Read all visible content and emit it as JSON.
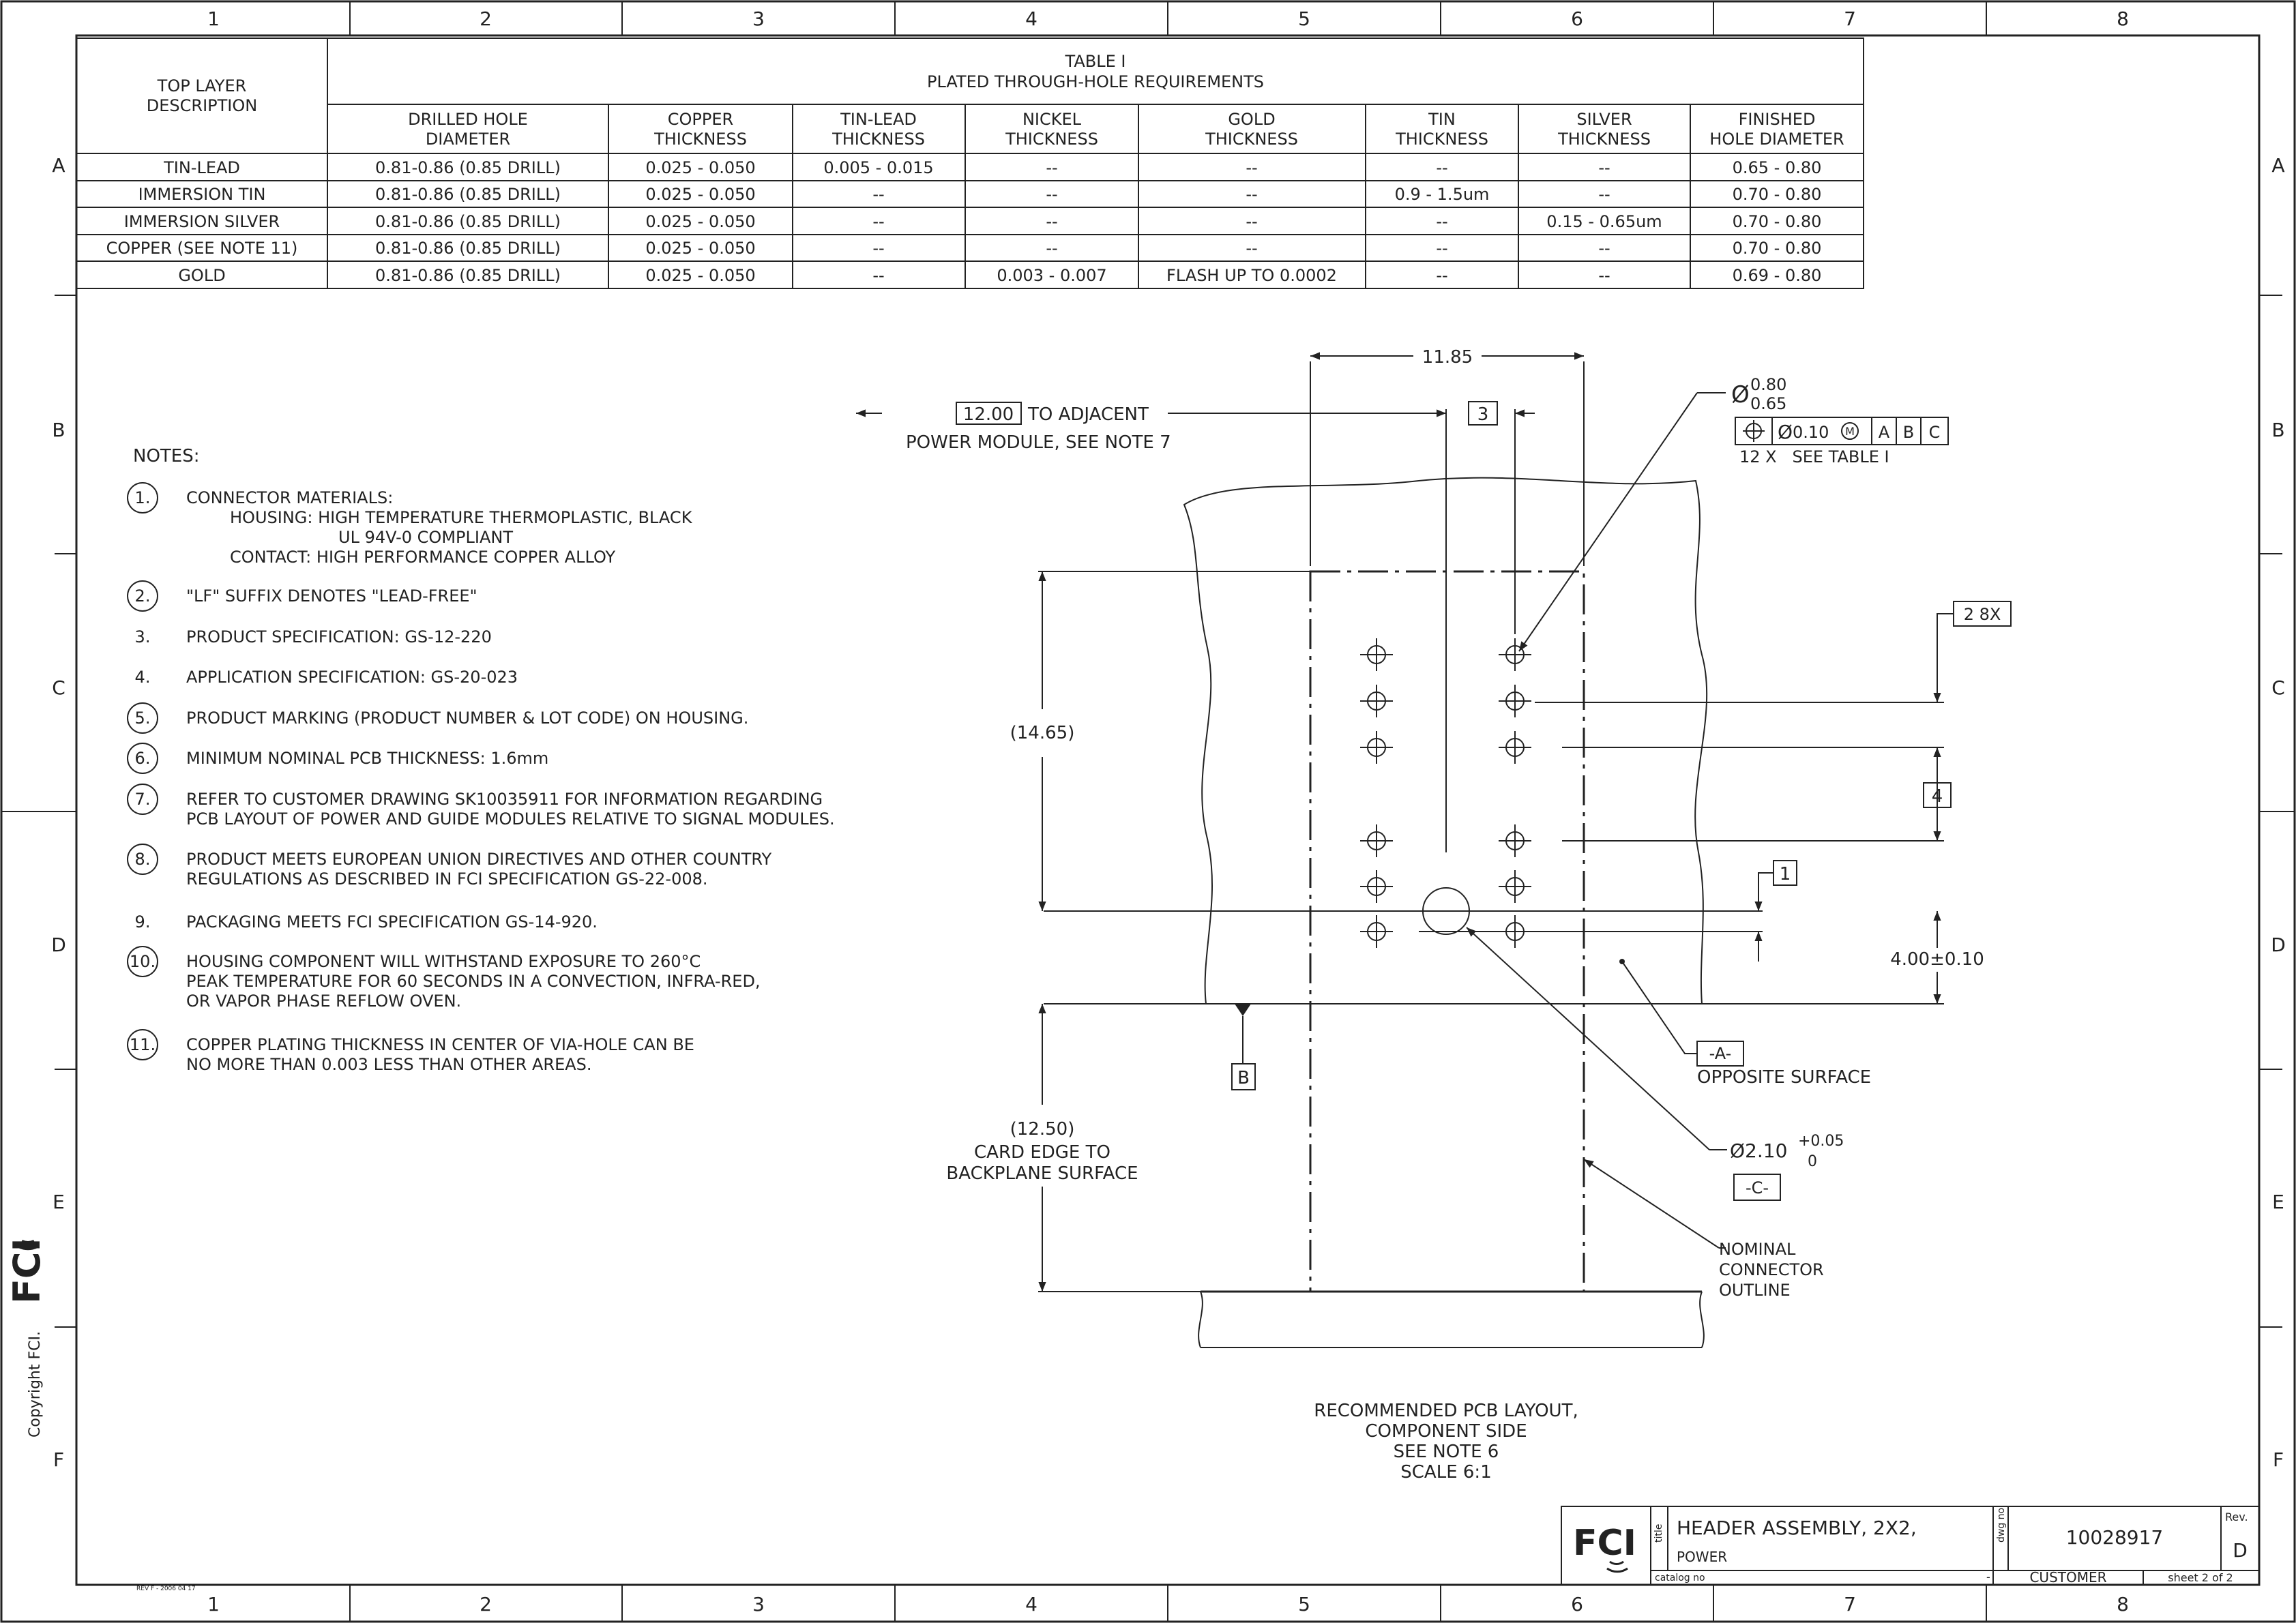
{
  "border": {
    "columns": [
      "1",
      "2",
      "3",
      "4",
      "5",
      "6",
      "7",
      "8"
    ],
    "rows": [
      "A",
      "B",
      "C",
      "D",
      "E",
      "F"
    ]
  },
  "table": {
    "caption_line1": "TABLE I",
    "caption_line2": "PLATED THROUGH-HOLE REQUIREMENTS",
    "corner_header": [
      "TOP LAYER",
      "DESCRIPTION"
    ],
    "headers": [
      [
        "DRILLED HOLE",
        "DIAMETER"
      ],
      [
        "COPPER",
        "THICKNESS"
      ],
      [
        "TIN-LEAD",
        "THICKNESS"
      ],
      [
        "NICKEL",
        "THICKNESS"
      ],
      [
        "GOLD",
        "THICKNESS"
      ],
      [
        "TIN",
        "THICKNESS"
      ],
      [
        "SILVER",
        "THICKNESS"
      ],
      [
        "FINISHED",
        "HOLE DIAMETER"
      ]
    ],
    "rows": [
      [
        "TIN-LEAD",
        "0.81-0.86 (0.85 DRILL)",
        "0.025 - 0.050",
        "0.005 - 0.015",
        "--",
        "--",
        "--",
        "--",
        "0.65 - 0.80"
      ],
      [
        "IMMERSION TIN",
        "0.81-0.86 (0.85 DRILL)",
        "0.025 - 0.050",
        "--",
        "--",
        "--",
        "0.9 - 1.5um",
        "--",
        "0.70 - 0.80"
      ],
      [
        "IMMERSION SILVER",
        "0.81-0.86 (0.85 DRILL)",
        "0.025 - 0.050",
        "--",
        "--",
        "--",
        "--",
        "0.15 - 0.65um",
        "0.70 - 0.80"
      ],
      [
        "COPPER (SEE NOTE 11)",
        "0.81-0.86 (0.85 DRILL)",
        "0.025 - 0.050",
        "--",
        "--",
        "--",
        "--",
        "--",
        "0.70 - 0.80"
      ],
      [
        "GOLD",
        "0.81-0.86 (0.85 DRILL)",
        "0.025 - 0.050",
        "--",
        "0.003 - 0.007",
        "FLASH UP TO 0.0002",
        "--",
        "--",
        "0.69 - 0.80"
      ]
    ]
  },
  "notes": {
    "title": "NOTES:",
    "items": [
      {
        "num": "1.",
        "circled": true,
        "lines": [
          "CONNECTOR MATERIALS:",
          "HOUSING:  HIGH TEMPERATURE THERMOPLASTIC, BLACK",
          "UL 94V-0 COMPLIANT",
          "CONTACT:  HIGH PERFORMANCE COPPER ALLOY"
        ]
      },
      {
        "num": "2.",
        "circled": true,
        "lines": [
          "\"LF\" SUFFIX DENOTES \"LEAD-FREE\""
        ]
      },
      {
        "num": "3.",
        "circled": false,
        "lines": [
          "PRODUCT SPECIFICATION:  GS-12-220"
        ]
      },
      {
        "num": "4.",
        "circled": false,
        "lines": [
          "APPLICATION SPECIFICATION:  GS-20-023"
        ]
      },
      {
        "num": "5.",
        "circled": true,
        "lines": [
          "PRODUCT MARKING (PRODUCT NUMBER & LOT CODE) ON HOUSING."
        ]
      },
      {
        "num": "6.",
        "circled": true,
        "lines": [
          "MINIMUM NOMINAL PCB THICKNESS:  1.6mm"
        ]
      },
      {
        "num": "7.",
        "circled": true,
        "lines": [
          "REFER TO CUSTOMER DRAWING SK10035911 FOR INFORMATION REGARDING",
          "PCB LAYOUT OF POWER AND GUIDE MODULES RELATIVE TO SIGNAL MODULES."
        ]
      },
      {
        "num": "8.",
        "circled": true,
        "lines": [
          "PRODUCT MEETS EUROPEAN UNION DIRECTIVES AND OTHER COUNTRY",
          "REGULATIONS AS DESCRIBED IN FCI SPECIFICATION GS-22-008."
        ]
      },
      {
        "num": "9.",
        "circled": false,
        "lines": [
          "PACKAGING MEETS FCI SPECIFICATION GS-14-920."
        ]
      },
      {
        "num": "10.",
        "circled": true,
        "lines": [
          "HOUSING COMPONENT WILL WITHSTAND EXPOSURE TO 260°C",
          "PEAK TEMPERATURE FOR 60 SECONDS IN A CONVECTION, INFRA-RED,",
          "OR VAPOR PHASE REFLOW OVEN."
        ]
      },
      {
        "num": "11.",
        "circled": true,
        "lines": [
          "COPPER PLATING THICKNESS IN CENTER OF VIA-HOLE CAN BE",
          "NO MORE THAN 0.003 LESS THAN OTHER AREAS."
        ]
      }
    ]
  },
  "drawing": {
    "dim_width": "11.85",
    "dim_adjacent": "12.00",
    "adjacent_text_1": "TO ADJACENT",
    "adjacent_text_2": "POWER MODULE, SEE NOTE 7",
    "dim_3": "3",
    "hole_dia_top": "0.80",
    "hole_dia_bottom": "0.65",
    "fcf_tolerance": "0.10",
    "fcf_datums": [
      "A",
      "B",
      "C"
    ],
    "hole_count_note": "12 X   SEE TABLE I",
    "dim_2x": "2 8X",
    "dim_4": "4",
    "dim_1": "1",
    "dim_4_00": "4.00±0.10",
    "dim_14_65": "(14.65)",
    "dim_12_50": "(12.50)",
    "card_edge_1": "CARD EDGE TO",
    "card_edge_2": "BACKPLANE SURFACE",
    "datum_a": "-A-",
    "opposite_surface": "OPPOSITE SURFACE",
    "datum_b": "B",
    "guide_dia": "Ø2.10",
    "guide_tol_plus": "+0.05",
    "guide_tol_minus": "0",
    "datum_c": "-C-",
    "outline_1": "NOMINAL",
    "outline_2": "CONNECTOR",
    "outline_3": "OUTLINE",
    "caption_1": "RECOMMENDED PCB LAYOUT,",
    "caption_2": "COMPONENT SIDE",
    "caption_3": "SEE NOTE 6",
    "caption_4": "SCALE  6:1"
  },
  "title_block": {
    "logo": "FCI",
    "title_label": "title",
    "title_1": "HEADER ASSEMBLY, 2X2,",
    "title_2": "POWER",
    "dwg_label": "dwg no",
    "dwg_no": "10028917",
    "rev_label": "Rev.",
    "rev": "D",
    "catalog_label": "catalog no",
    "catalog_value": "-",
    "customer": "CUSTOMER",
    "sheet": "sheet 2 of 2"
  },
  "side": {
    "copyright": "Copyright FCI.",
    "logo": "FCI",
    "form_rev": "REV F - 2006 04 17"
  }
}
